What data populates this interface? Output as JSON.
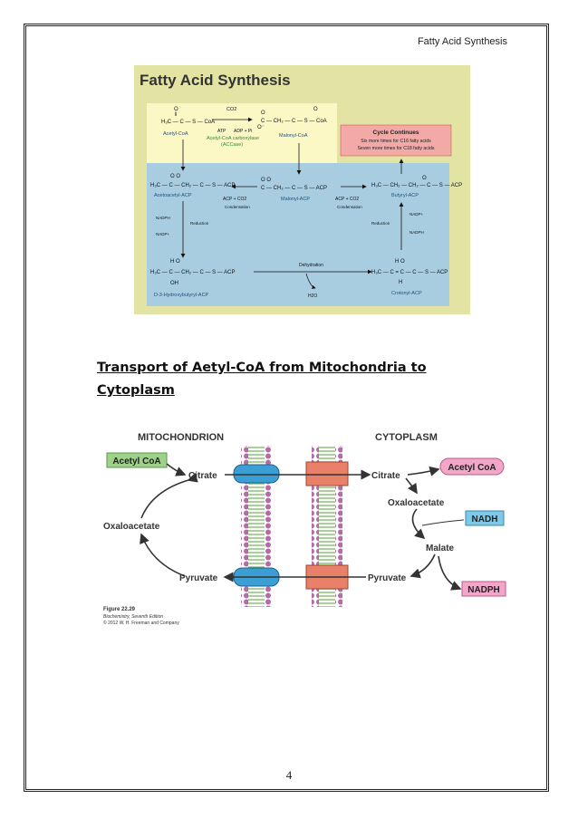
{
  "header": {
    "running_title": "Fatty Acid Synthesis"
  },
  "figure1": {
    "title": "Fatty Acid Synthesis",
    "compounds": {
      "acetyl_coa": "Acetyl-CoA",
      "malonyl_coa": "Malonyl-CoA",
      "acetoacetyl_acp": "Acetoacetyl-ACP",
      "malonyl_acp": "Malonyl-ACP",
      "butyryl_acp": "Butyryl-ACP",
      "hydroxybutyryl_acp": "D-3-Hydroxybutyryl-ACP",
      "crotonyl_acp": "Crotonyl-ACP"
    },
    "enzyme": {
      "name": "Acetyl-CoA carboxylase",
      "abbr": "(ACCase)"
    },
    "cofactors": {
      "co2": "CO2",
      "atp": "ATP",
      "adp_pi": "ADP + Pi",
      "acp_co2": "ACP + CO2",
      "nadph": "NADPH",
      "nadp": "NADP+",
      "h2o": "H2O"
    },
    "steps": {
      "condensation": "Condensation",
      "reduction": "Reduction",
      "dehydration": "Dehydration"
    },
    "cycle_box": {
      "title": "Cycle Continues",
      "line1": "Six more times for C16 fatty acids",
      "line2": "Seven more times for C18 fatty acids"
    }
  },
  "section": {
    "heading": "Transport of Aetyl-CoA from Mitochondria to Cytoplasm"
  },
  "figure2": {
    "labels": {
      "mitochondrion": "MITOCHONDRION",
      "cytoplasm": "CYTOPLASM",
      "acetyl_coa_left": "Acetyl CoA",
      "citrate_left": "Citrate",
      "oxaloacetate_left": "Oxaloacetate",
      "pyruvate_left": "Pyruvate",
      "citrate_right": "Citrate",
      "acetyl_coa_right": "Acetyl CoA",
      "oxaloacetate_right": "Oxaloacetate",
      "nadh": "NADH",
      "malate": "Malate",
      "pyruvate_right": "Pyruvate",
      "nadph": "NADPH"
    },
    "caption": {
      "figure": "Figure 22.29",
      "book": "Biochemistry, Seventh Edition",
      "copyright": "© 2012 W. H. Freeman and Company"
    },
    "colors": {
      "acetyl_left_box": "#9fd18a",
      "acetyl_right_box": "#f2a7c9",
      "nadh_box": "#7ec8e8",
      "nadph_box": "#f2a7c9",
      "transporter_blue": "#3b9fd6",
      "transporter_orange": "#e8806a"
    }
  },
  "footer": {
    "page_number": "4"
  }
}
